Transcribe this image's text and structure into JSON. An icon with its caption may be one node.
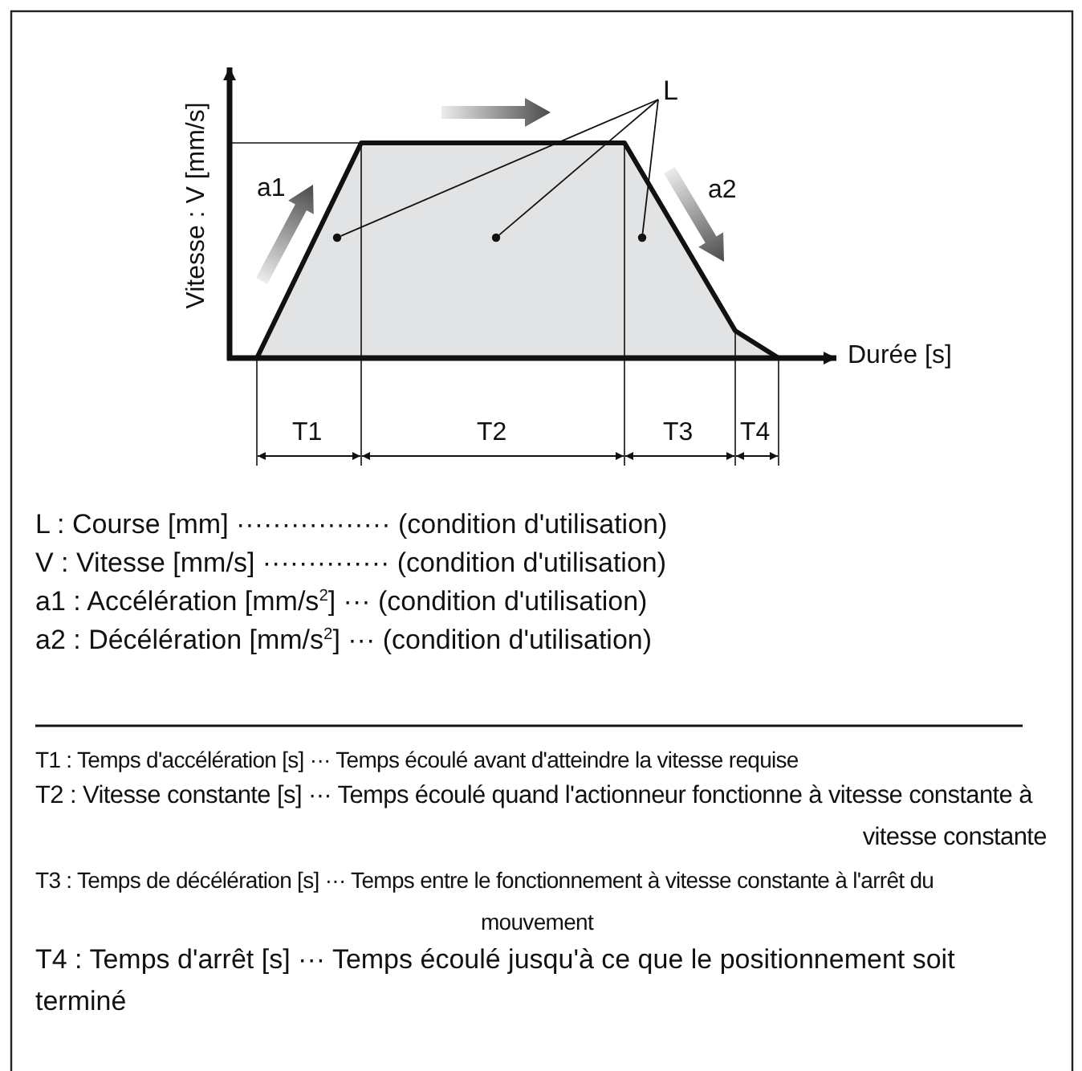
{
  "diagram": {
    "nodes": [
      {
        "text": [
          "L"
        ]
      },
      {
        "text": [],
        "shape": "circle"
      },
      {
        "text": [],
        "shape": "circle"
      },
      {
        "text": [],
        "shape": "circle"
      }
    ],
    "edges": [
      {
        "from": 0,
        "to": 1,
        "arrow": "none"
      },
      {
        "from": 0,
        "to": 2,
        "arrow": "none"
      },
      {
        "from": 0,
        "to": 3,
        "arrow": "none"
      }
    ],
    "labels": [
      "Vitesse : V [mm/s]",
      "a1",
      "a2",
      "Durée [s]",
      "T1",
      "T2",
      "T3",
      "T4",
      "L : Course [mm] ················· (condition d'utilisation)",
      "V : Vitesse [mm/s] ·············· (condition d'utilisation)",
      "a1 : Accélération [mm/s$^{2}$] ··· (condition d'utilisation)",
      "a2 : Décélération [mm/s$^{2}$] ··· (condition d'utilisation)",
      "T1 : Temps d'accélération [s] ··· Temps écoulé avant d'atteindre la vitesse requise",
      "T2 : Vitesse constante [s] ··· Temps écoulé quand l'actionneur fonctionne à vitesse constante à vitesse constante",
      "T3 : Temps de décélération [s] ··· Temps entre le fonctionnement à vitesse constante à l'arrêt du mouvement",
      "T4 : Temps d'arrêt [s] ··· Temps écoulé jusqu'à ce que le positionnement soit terminé"
    ]
  }
}
